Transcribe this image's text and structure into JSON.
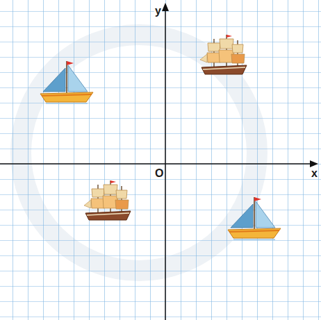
{
  "diagram": {
    "labels": [
      "y",
      "O",
      "x"
    ]
  }
}
